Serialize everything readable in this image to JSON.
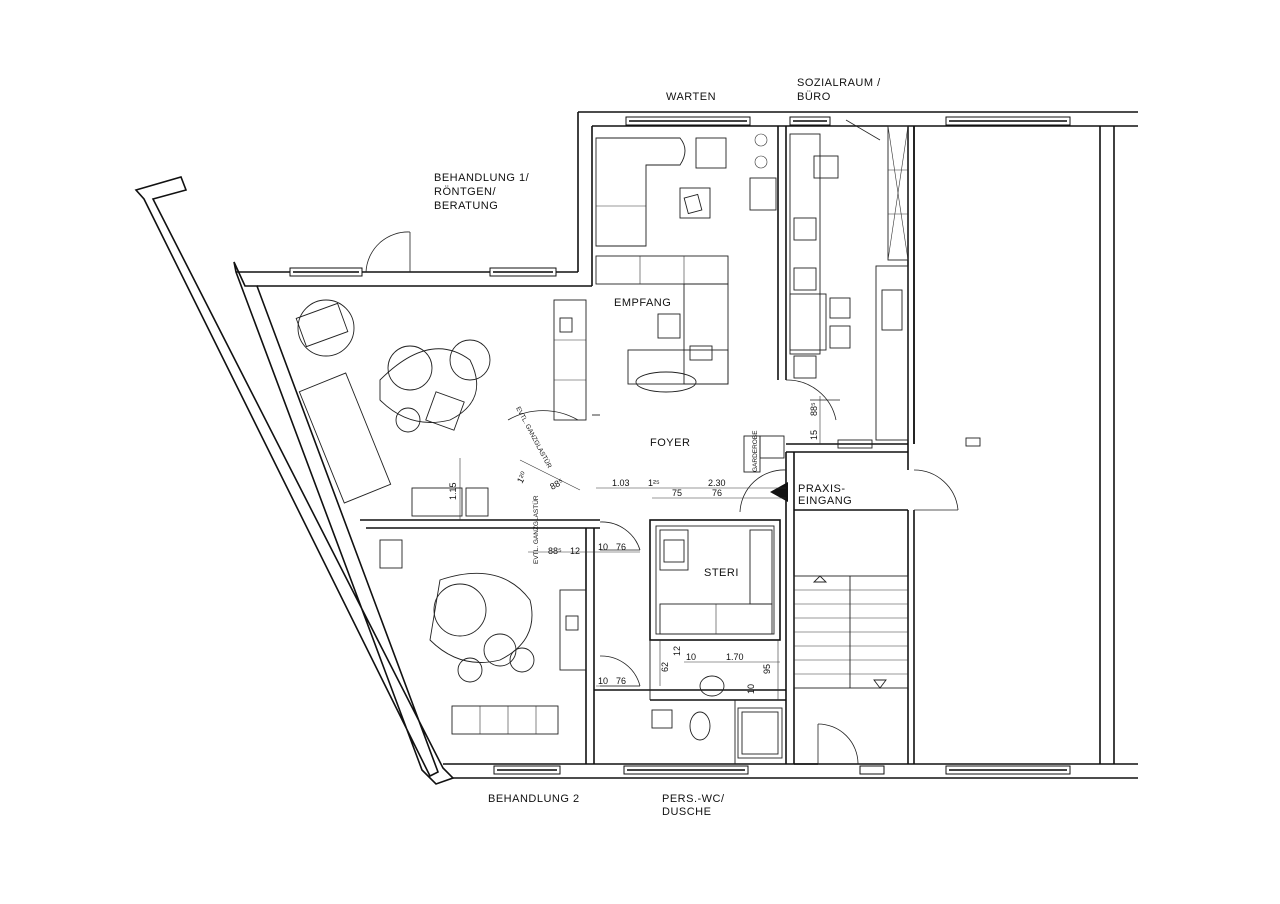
{
  "plan": {
    "rooms": {
      "warten": "WARTEN",
      "sozialraum_line1": "SOZIALRAUM  /",
      "sozialraum_line2": "BÜRO",
      "behandlung1_line1": "BEHANDLUNG  1/",
      "behandlung1_line2": "RÖNTGEN/",
      "behandlung1_line3": "BERATUNG",
      "empfang": "EMPFANG",
      "foyer": "FOYER",
      "praxis_line1": "PRAXIS-",
      "praxis_line2": "EINGANG",
      "steri": "STERI",
      "behandlung2": "BEHANDLUNG  2",
      "wc_line1": "PERS.-WC/",
      "wc_line2": "DUSCHE"
    },
    "annotations": {
      "ganzglastuer_1": "EVTL. GANZGLASTÜR",
      "ganzglastuer_2": "EVTL. GANZGLASTÜR",
      "garderobe": "GARDEROBE"
    },
    "dimensions": {
      "d_1_03": "1.03",
      "d_125": "1²⁵",
      "d_2_30": "2.30",
      "d_75": "75",
      "d_76a": "76",
      "d_1_15": "1.15",
      "d_120": "1²⁰",
      "d_88a": "88⁵",
      "d_88b": "88⁵",
      "d_88c": "88⁵",
      "d_12": "12",
      "d_10a": "10",
      "d_76b": "76",
      "d_10b": "10",
      "d_76c": "76",
      "d_62": "62",
      "d_12b": "12",
      "d_10c": "10",
      "d_1_70": "1.70",
      "d_10d": "10",
      "d_95": "95",
      "d_15": "15"
    }
  }
}
